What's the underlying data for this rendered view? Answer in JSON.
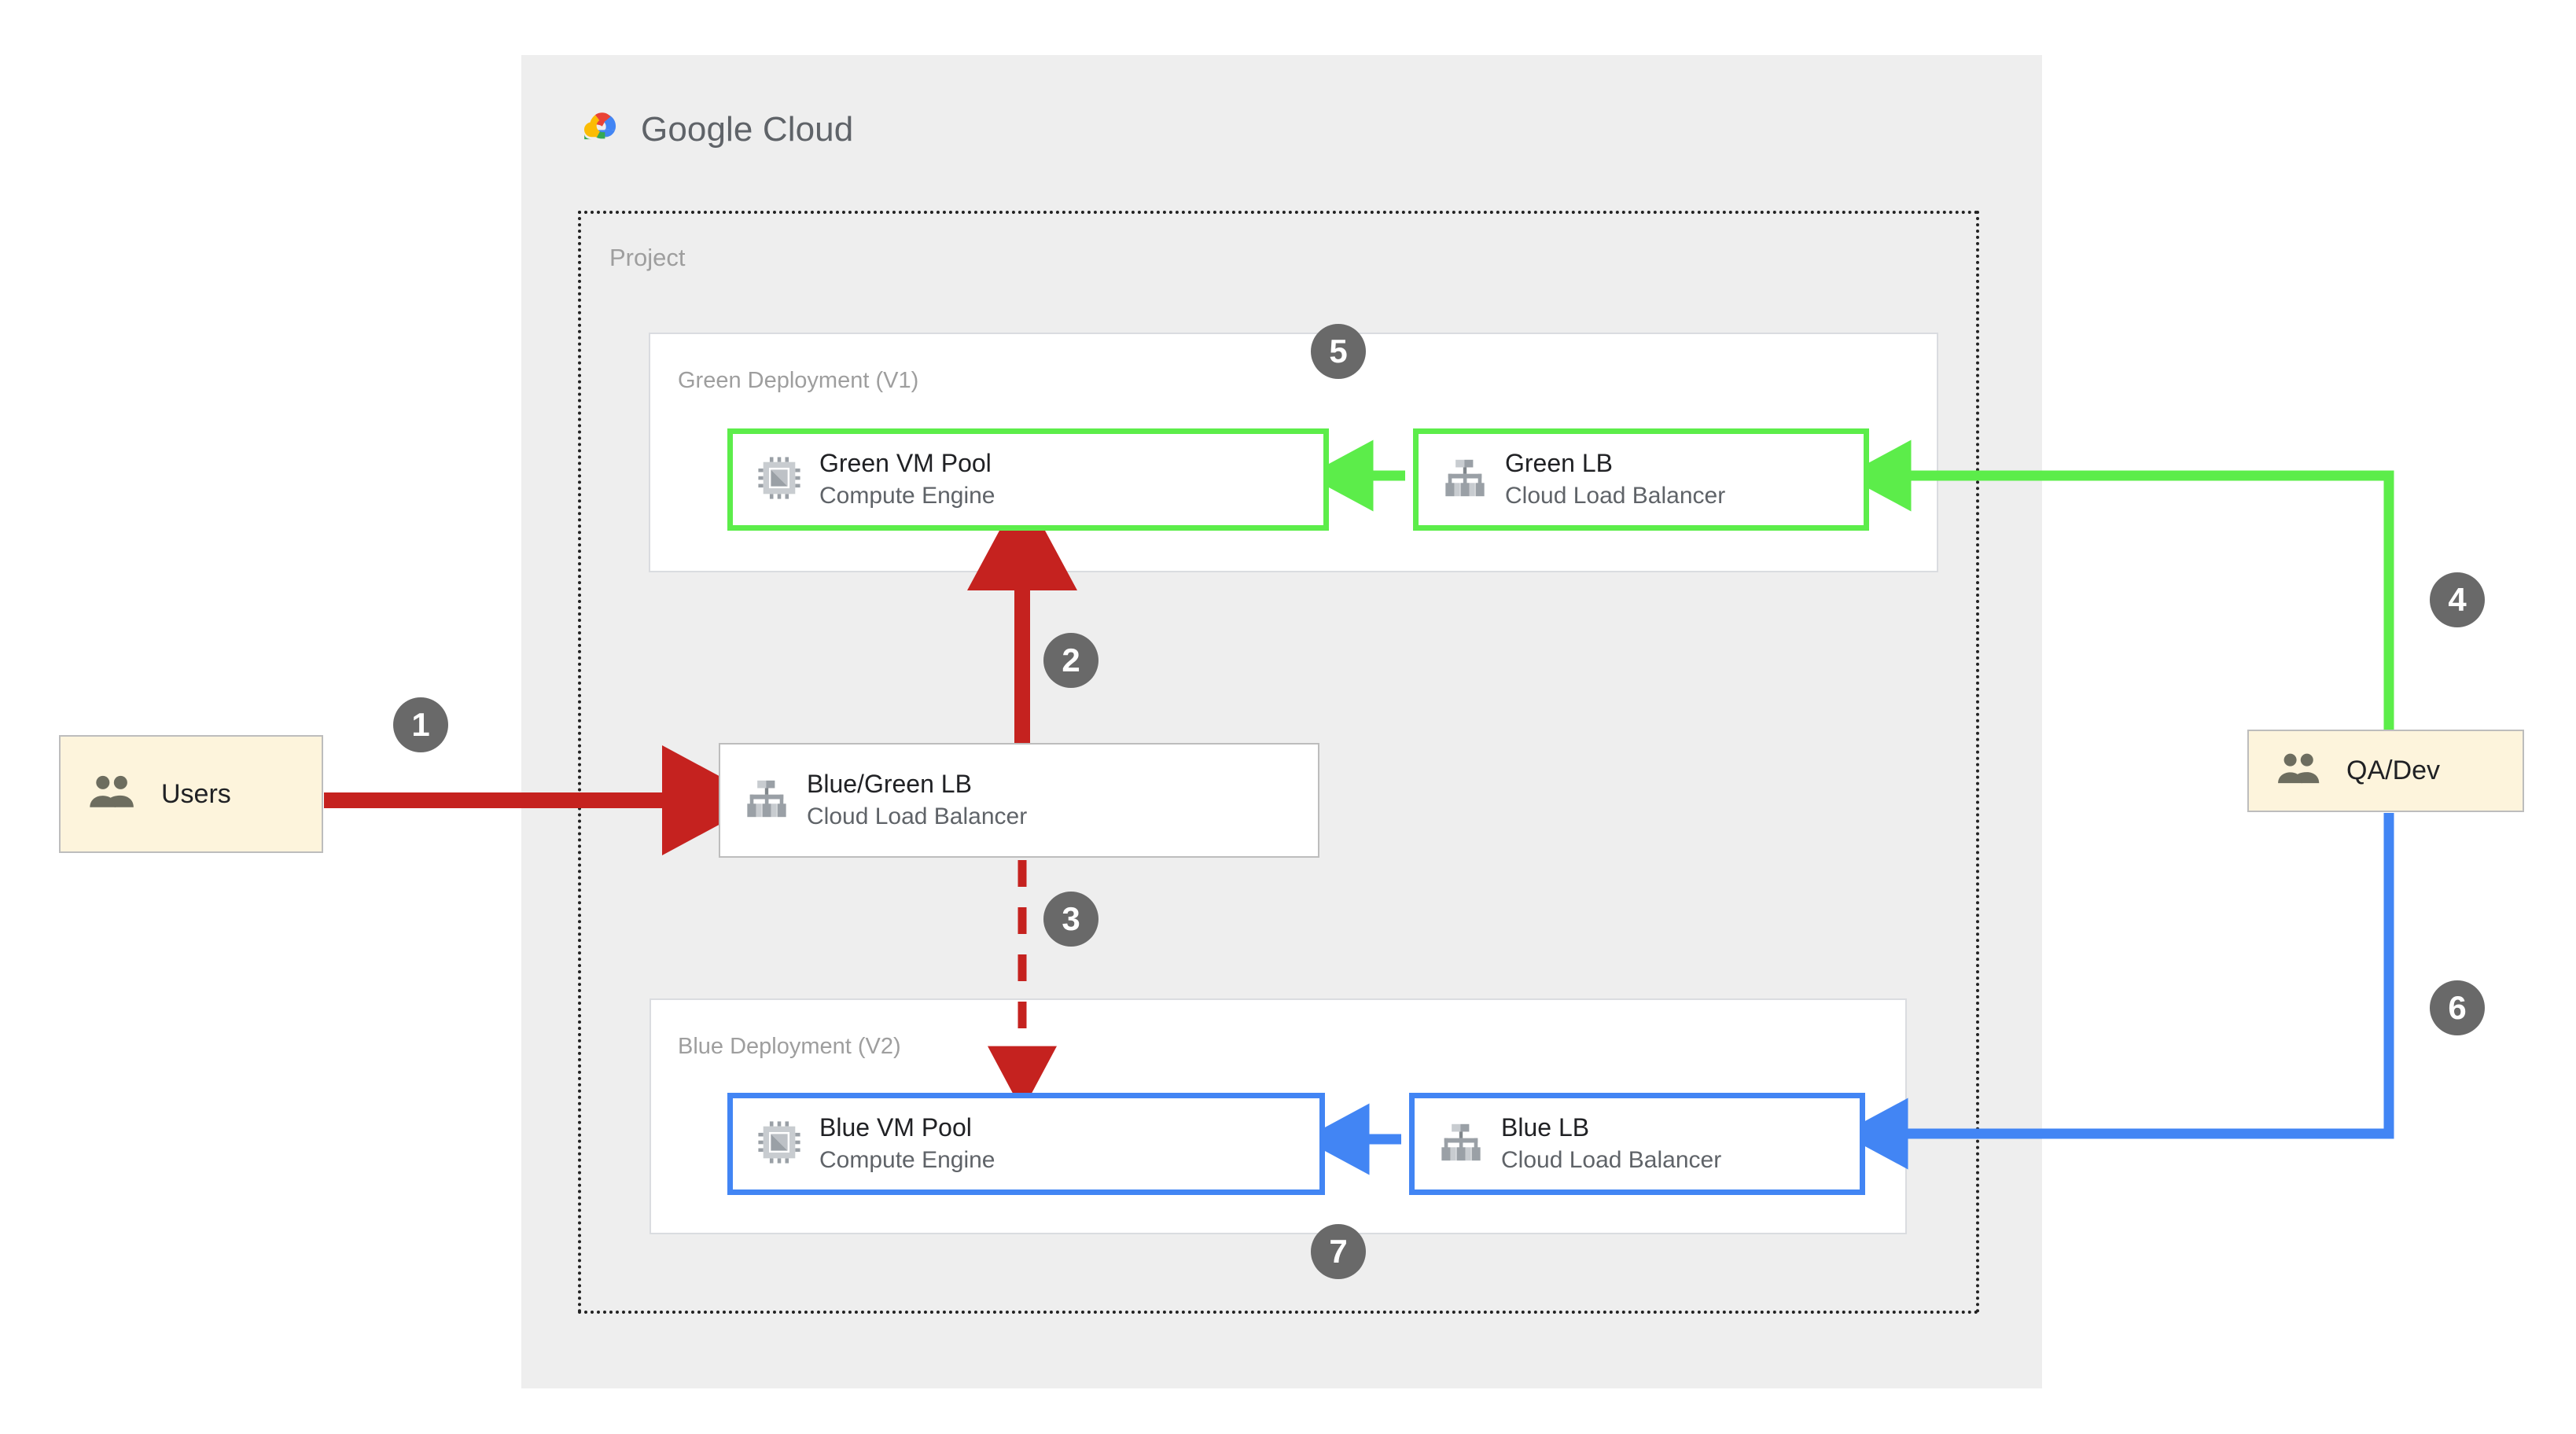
{
  "cloud": {
    "brand_word_1": "Google",
    "brand_word_2": "Cloud",
    "logo_icon": "google-cloud-logo-icon",
    "project_label": "Project"
  },
  "colors": {
    "canvas_bg": "#ffffff",
    "cloud_bg": "#eeeeee",
    "panel_bg": "#ffffff",
    "panel_border": "#dadce0",
    "actor_fill": "#fdf4dc",
    "actor_border": "#bdbdbd",
    "green": "#5ced4a",
    "blue": "#4285f4",
    "red": "#c5221f",
    "badge": "#696969",
    "title_text": "#202124",
    "sub_text": "#5f6368",
    "muted_text": "#9e9e9e",
    "icon_gray": "#9aa0a6"
  },
  "panels": [
    {
      "name": "green-deployment",
      "title": "Green Deployment (V1)"
    },
    {
      "name": "blue-deployment",
      "title": "Blue Deployment (V2)"
    }
  ],
  "cards": {
    "green_vm": {
      "title": "Green VM Pool",
      "subtitle": "Compute Engine",
      "icon": "compute-engine-icon"
    },
    "green_lb": {
      "title": "Green LB",
      "subtitle": "Cloud Load Balancer",
      "icon": "cloud-load-balancer-icon"
    },
    "bluegreen_lb": {
      "title": "Blue/Green LB",
      "subtitle": "Cloud Load Balancer",
      "icon": "cloud-load-balancer-icon"
    },
    "blue_vm": {
      "title": "Blue VM Pool",
      "subtitle": "Compute Engine",
      "icon": "compute-engine-icon"
    },
    "blue_lb": {
      "title": "Blue LB",
      "subtitle": "Cloud Load Balancer",
      "icon": "cloud-load-balancer-icon"
    }
  },
  "actors": {
    "users": {
      "label": "Users",
      "icon": "users-group-icon"
    },
    "qa_dev": {
      "label": "QA/Dev",
      "icon": "users-group-icon"
    }
  },
  "steps": [
    {
      "n": "1",
      "color": "red",
      "from": "Users",
      "to": "Blue/Green LB"
    },
    {
      "n": "2",
      "color": "red",
      "from": "Blue/Green LB",
      "to": "Green VM Pool"
    },
    {
      "n": "3",
      "color": "red",
      "from": "Blue/Green LB",
      "to": "Blue VM Pool",
      "style": "dashed"
    },
    {
      "n": "4",
      "color": "green",
      "from": "QA/Dev",
      "to": "Green LB"
    },
    {
      "n": "5",
      "color": "gray",
      "from": "",
      "to": "Green Deployment (V1)"
    },
    {
      "n": "6",
      "color": "blue",
      "from": "QA/Dev",
      "to": "Blue LB"
    },
    {
      "n": "7",
      "color": "gray",
      "from": "",
      "to": "Blue Deployment (V2)"
    }
  ]
}
